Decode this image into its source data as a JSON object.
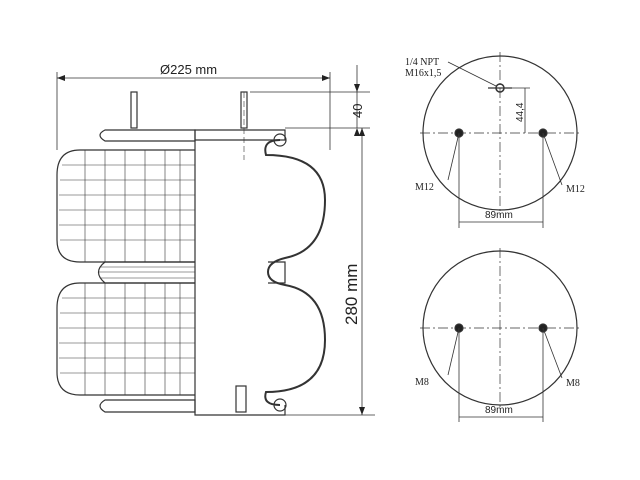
{
  "side_view": {
    "diameter_label": "Ø225 mm",
    "top_offset_label": "40",
    "height_label": "280 mm"
  },
  "top_plate_view": {
    "port_label_1": "1/4 NPT",
    "port_label_2": "M16x1,5",
    "port_offset_label": "44,4",
    "left_bolt_label": "M12",
    "right_bolt_label": "M12",
    "bolt_spacing_label": "89mm"
  },
  "bottom_plate_view": {
    "left_bolt_label": "M8",
    "right_bolt_label": "M8",
    "bolt_spacing_label": "89mm"
  }
}
